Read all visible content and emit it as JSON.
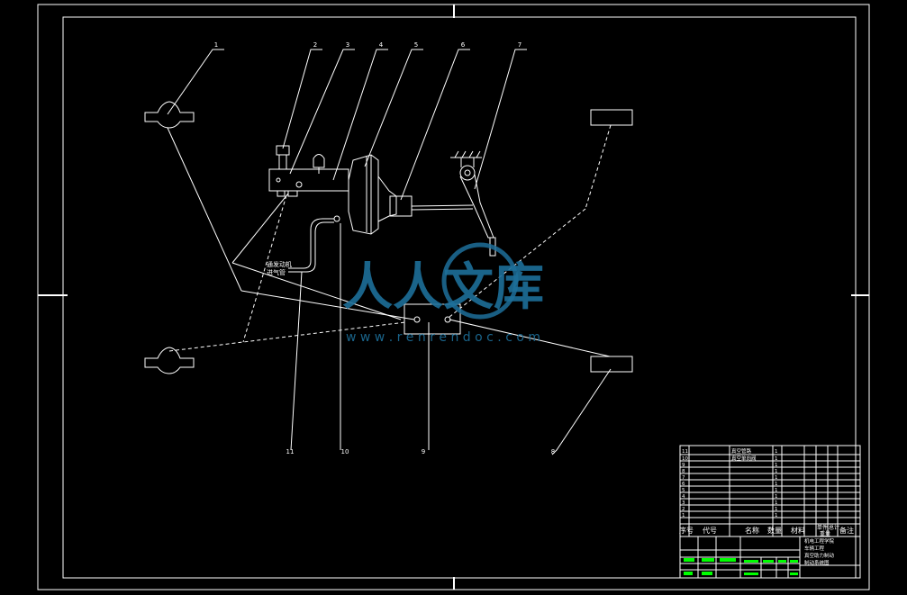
{
  "drawing": {
    "balloons": [
      "1",
      "2",
      "3",
      "4",
      "5",
      "6",
      "7",
      "8",
      "9",
      "10",
      "11"
    ],
    "pipe_label": [
      "通发动机",
      "进气管"
    ]
  },
  "watermark": {
    "brand": "人人文库",
    "url": "w w w . r e n r e n d o c . c o m"
  },
  "title_block": {
    "parts_rows": [
      {
        "no": "11",
        "name": "真空管路",
        "qty": "1"
      },
      {
        "no": "10",
        "name": "真空单向阀",
        "qty": "1"
      },
      {
        "no": "9",
        "name": "",
        "qty": "1"
      },
      {
        "no": "8",
        "name": "",
        "qty": "1"
      },
      {
        "no": "7",
        "name": "",
        "qty": "1"
      },
      {
        "no": "6",
        "name": "",
        "qty": "1"
      },
      {
        "no": "5",
        "name": "",
        "qty": "1"
      },
      {
        "no": "4",
        "name": "",
        "qty": "1"
      },
      {
        "no": "3",
        "name": "",
        "qty": "1"
      },
      {
        "no": "2",
        "name": "",
        "qty": "1"
      },
      {
        "no": "1",
        "name": "",
        "qty": "1"
      }
    ],
    "headers": [
      "序号",
      "代号",
      "名称",
      "数量",
      "材料",
      "",
      "备注"
    ],
    "weight_header": [
      "单件",
      "总计"
    ],
    "weight_sub": "重量",
    "project_lines": [
      "机电工程学院",
      "车辆工程",
      "真空助力制动",
      "制动系统图"
    ]
  },
  "colors": {
    "line": "#ffffff",
    "bg": "#000000",
    "watermark": "#1d6f9a",
    "green": "#00ff00",
    "accent_red": "#ff0000"
  }
}
